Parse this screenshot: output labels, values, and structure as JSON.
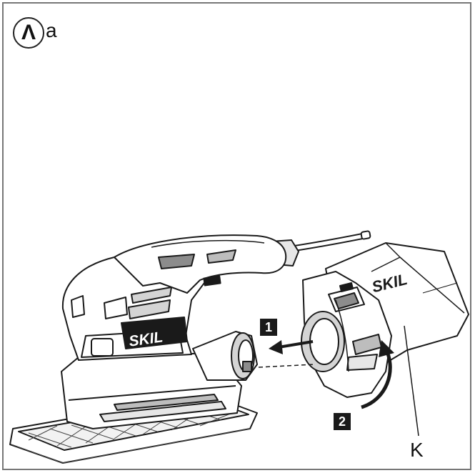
{
  "figure": {
    "symbol": "Λ",
    "suffix": "a"
  },
  "steps": [
    {
      "label": "1"
    },
    {
      "label": "2"
    }
  ],
  "brand_labels": {
    "sander": "SKIL",
    "dust_box": "SKIL"
  },
  "callouts": [
    {
      "label": "K"
    }
  ],
  "colors": {
    "line": "#1a1a1a",
    "frame": "#777777",
    "shade": "#8c8c8c",
    "light_shade": "#d4d4d4"
  }
}
